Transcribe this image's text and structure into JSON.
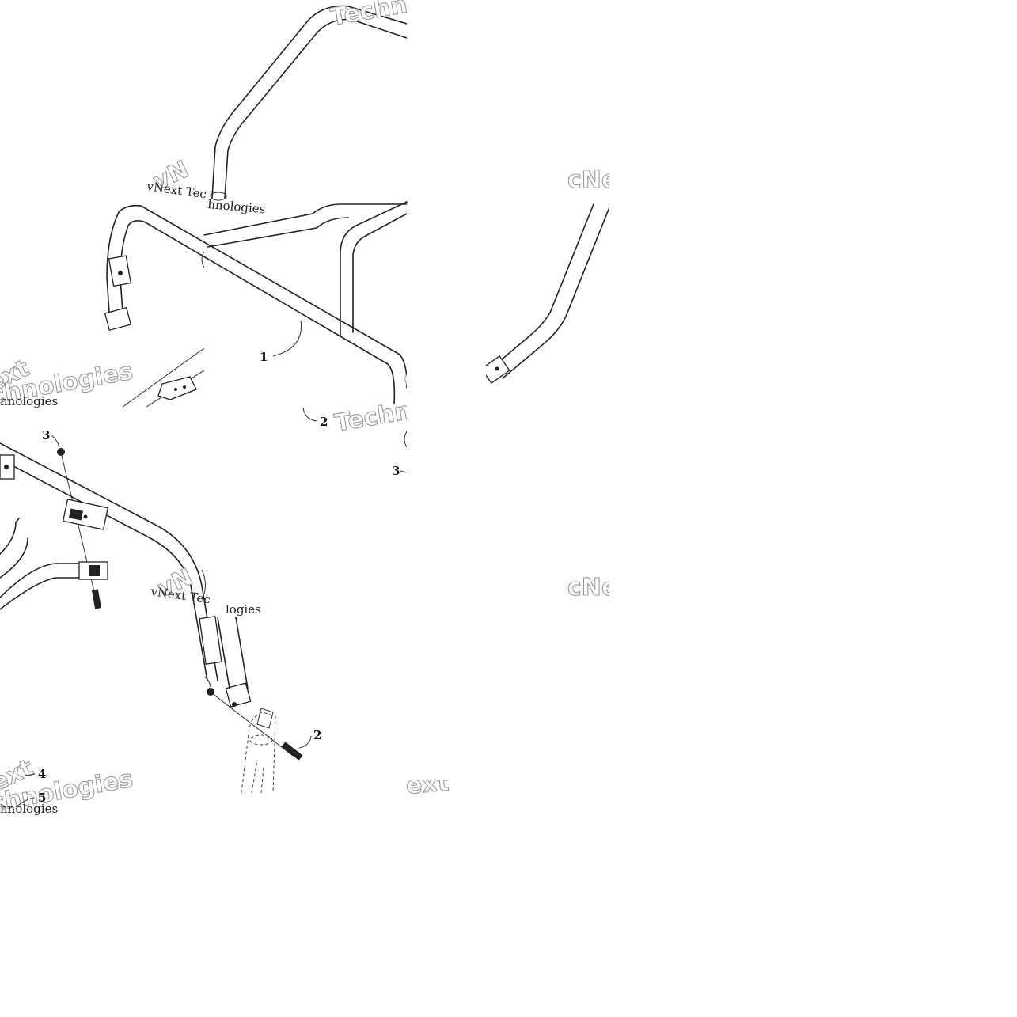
{
  "diagram": {
    "callouts": {
      "c1": "1",
      "c2a": "2",
      "c3a": "3",
      "c3b": "3",
      "c2b": "2",
      "c4": "4",
      "c5": "5"
    },
    "watermarks": {
      "brand_full": "vNext Technologies",
      "brand_fragment_tec": "vNext Tec",
      "brand_fragment_hnologies": "hnologies",
      "wm_techno": "Techno",
      "wm_ext": "ext",
      "wm_vn": "vN",
      "wm_techn": "Techn",
      "wm_hnologies": "chnologies",
      "wm_ogies": "logies",
      "wm_cne": "cNe",
      "wm_cnet": "cNe"
    }
  }
}
